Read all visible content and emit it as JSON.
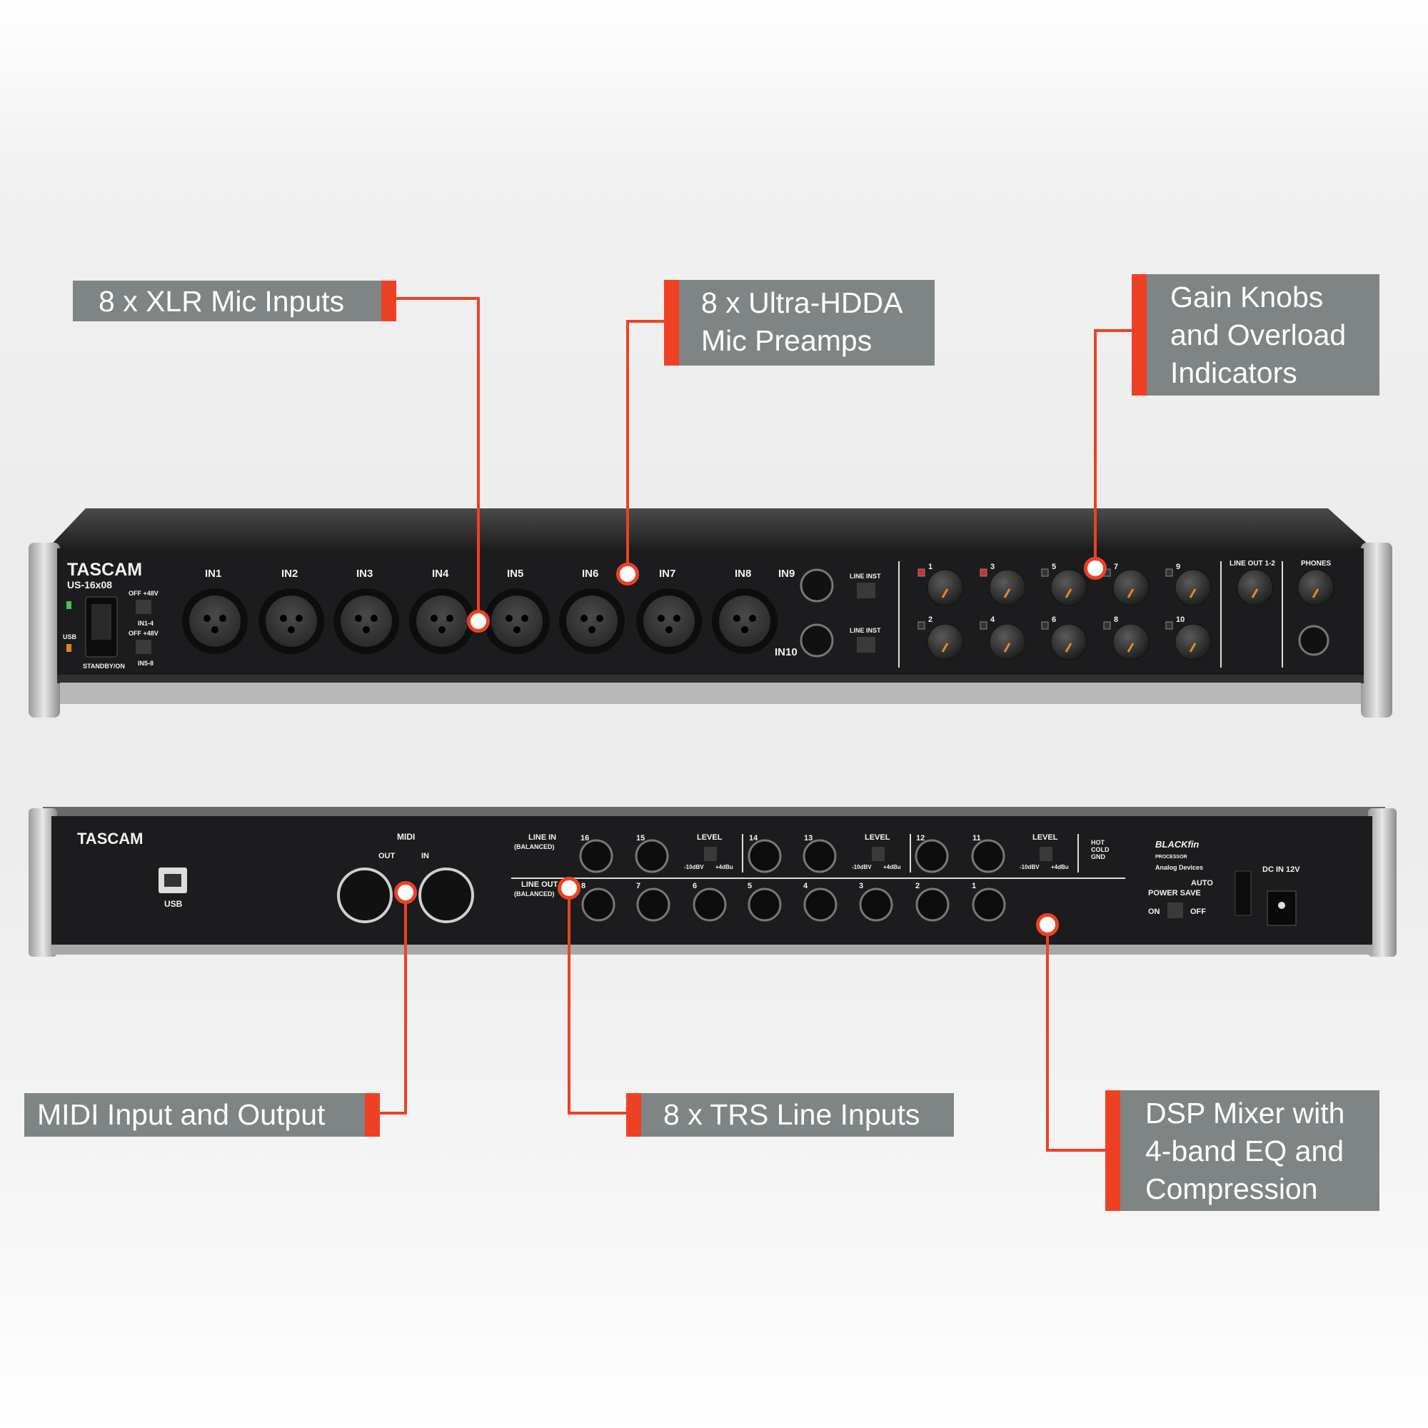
{
  "colors": {
    "accent": "#ee4123",
    "label_bg": "#7f8585",
    "panel": "#1c1c1e"
  },
  "callouts": {
    "xlr": "8 x XLR Mic Inputs",
    "preamps": "8 x Ultra-HDDA\nMic Preamps",
    "gain": "Gain Knobs\nand Overload\nIndicators",
    "midi": "MIDI Input and Output",
    "trs": "8 x TRS Line Inputs",
    "dsp": "DSP Mixer with\n4-band EQ and\nCompression"
  },
  "front": {
    "brand": "TASCAM",
    "model": "US-16x08",
    "phantom_top": "OFF  +48V",
    "phantom_top_group": "IN1-4",
    "phantom_bottom": "OFF  +48V",
    "phantom_bottom_group": "IN5-8",
    "usb_led": "USB",
    "power": "STANDBY/ON",
    "inputs": [
      "IN1",
      "IN2",
      "IN3",
      "IN4",
      "IN5",
      "IN6",
      "IN7",
      "IN8"
    ],
    "in9": "IN9",
    "in10": "IN10",
    "line_inst": "LINE  INST",
    "gain_top": [
      "1",
      "3",
      "5",
      "7",
      "9"
    ],
    "gain_bottom": [
      "2",
      "4",
      "6",
      "8",
      "10"
    ],
    "line_out": "LINE OUT 1-2",
    "phones": "PHONES"
  },
  "rear": {
    "brand": "TASCAM",
    "usb": "USB",
    "midi": "MIDI",
    "midi_out": "OUT",
    "midi_in": "IN",
    "line_in": "LINE IN",
    "line_in_sub": "(BALANCED)",
    "line_out": "LINE OUT",
    "line_out_sub": "(BALANCED)",
    "line_in_numbers": [
      "16",
      "15",
      "14",
      "13",
      "12",
      "11"
    ],
    "line_out_numbers": [
      "8",
      "7",
      "6",
      "5",
      "4",
      "3",
      "2",
      "1"
    ],
    "level": "LEVEL",
    "level_low": "-10dBV",
    "level_high": "+4dBu",
    "hot": "HOT",
    "cold": "COLD",
    "gnd": "GND",
    "dsp_logo": "BLACKfin",
    "dsp_processor": "PROCESSOR",
    "dsp_maker": "Analog Devices",
    "auto": "AUTO",
    "power_save": "POWER SAVE",
    "on": "ON",
    "off": "OFF",
    "dc_in": "DC IN 12V"
  }
}
